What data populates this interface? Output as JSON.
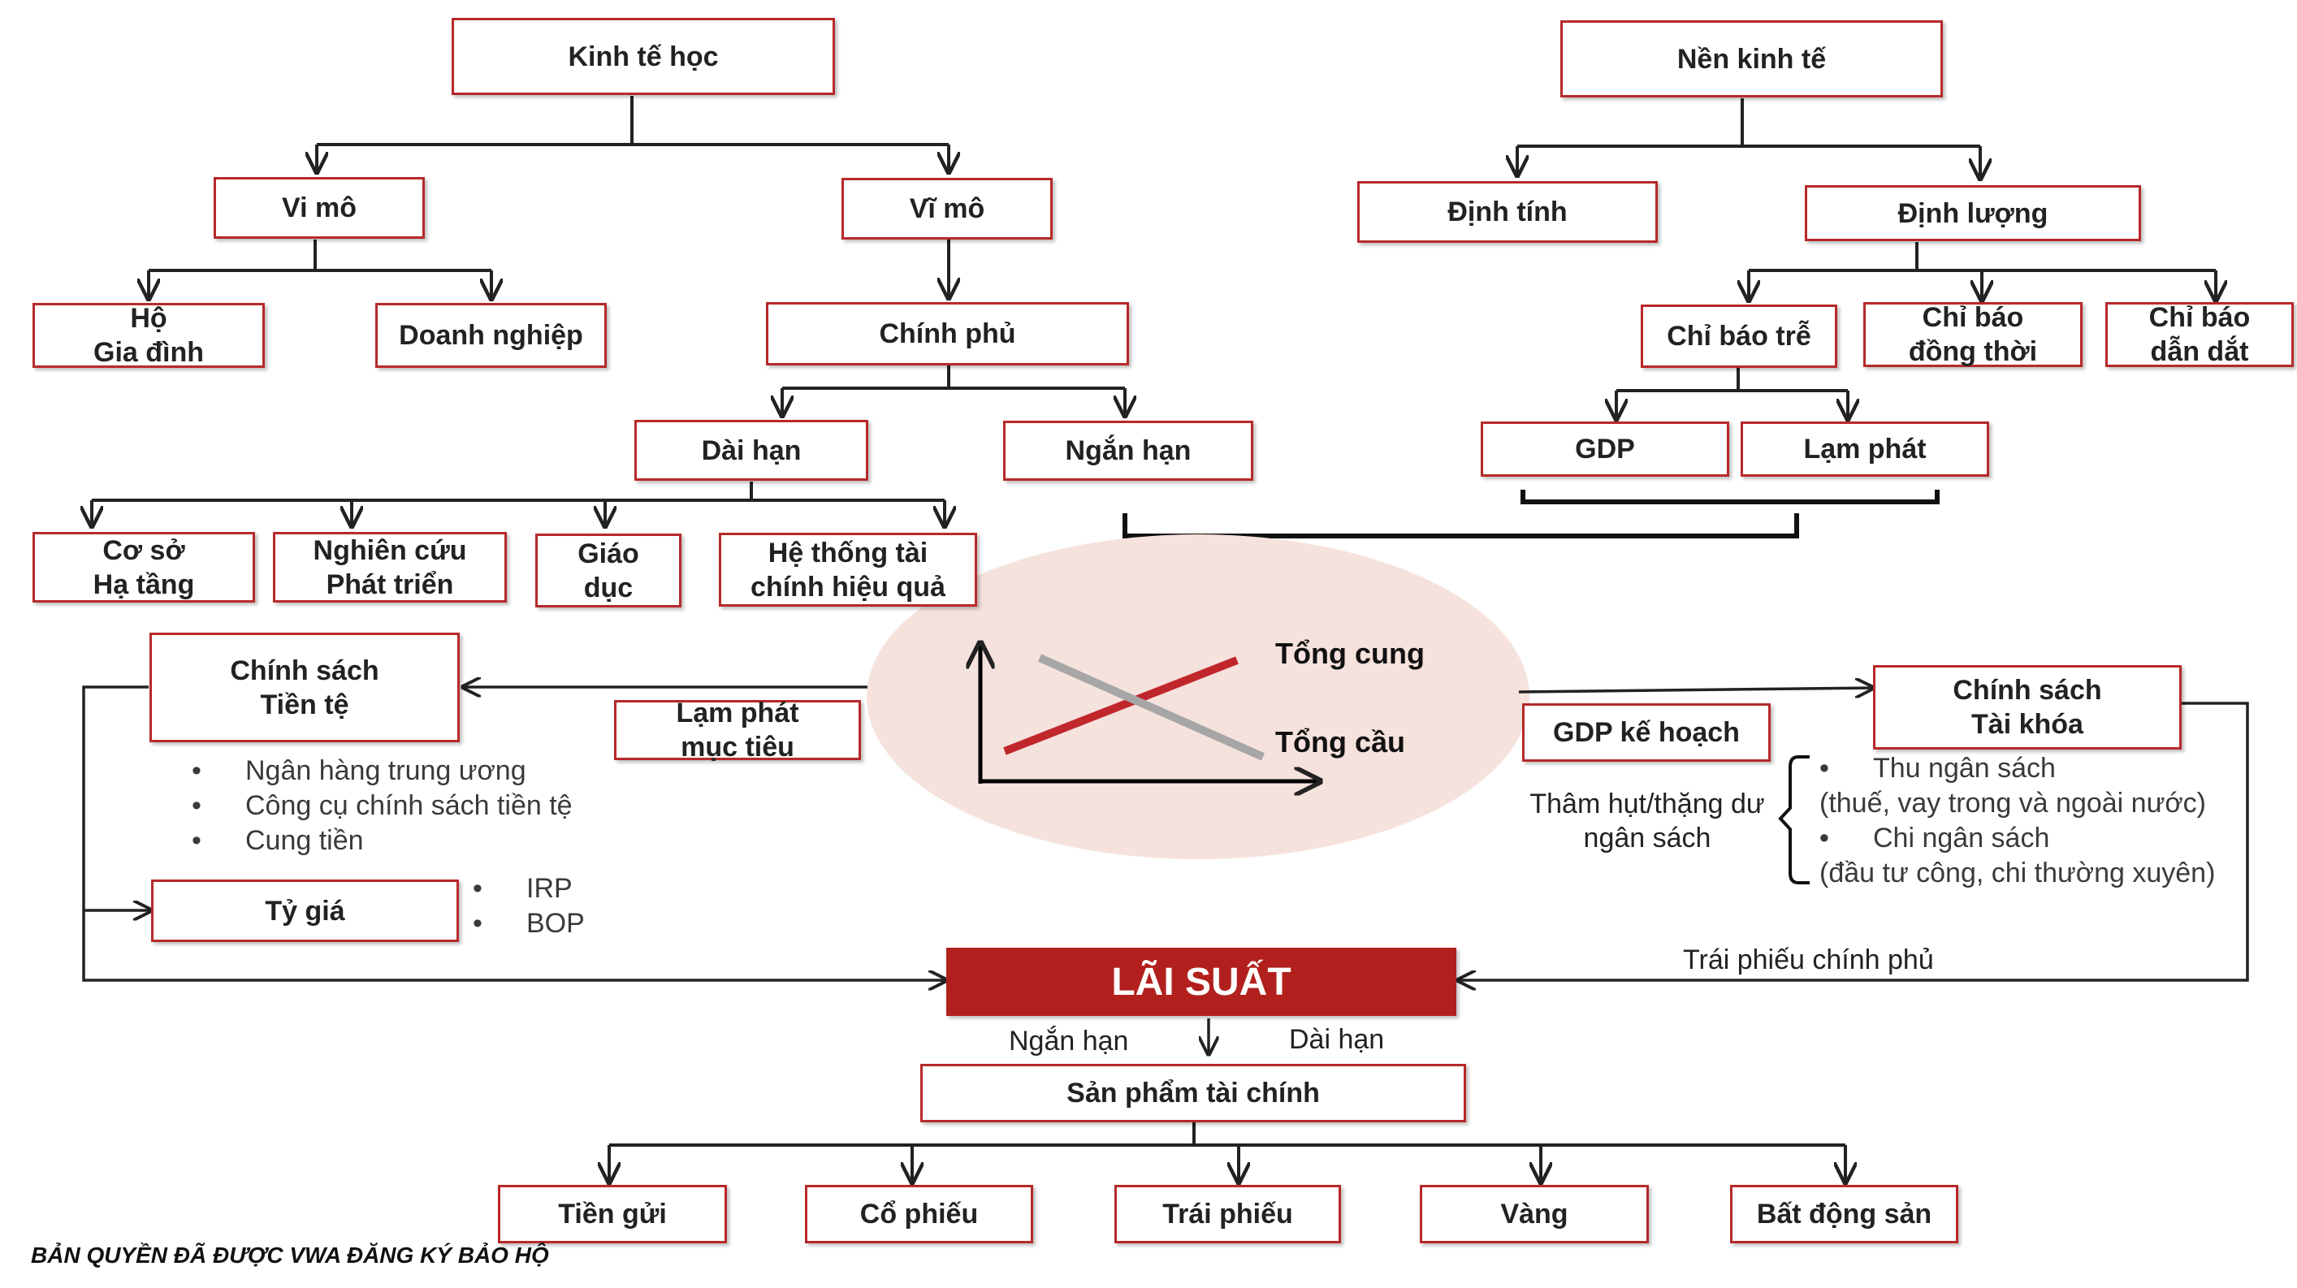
{
  "colors": {
    "box_border": "#b7292a",
    "interest_fill": "#b1201d",
    "ellipse_fill": "#f6e2dc",
    "supply_line": "#c0272d",
    "demand_line": "#a6a6a6",
    "connector": "#222222"
  },
  "top": {
    "economics": "Kinh tế học",
    "micro": "Vi mô",
    "macro": "Vĩ mô",
    "household": "Hộ\nGia đình",
    "enterprise": "Doanh nghiệp",
    "government": "Chính phủ",
    "long_term": "Dài hạn",
    "short_term": "Ngắn hạn",
    "infrastructure": "Cơ sở\nHạ tầng",
    "research": "Nghiên cứu\nPhát triển",
    "education": "Giáo\ndục",
    "finance_system": "Hệ thống tài\nchính hiệu quả"
  },
  "economy": {
    "root": "Nền kinh tế",
    "qualitative": "Định tính",
    "quantitative": "Định lượng",
    "lagging": "Chỉ báo trễ",
    "coincident": "Chỉ báo\nđồng thời",
    "leading": "Chỉ báo\ndẫn dắt",
    "gdp": "GDP",
    "inflation": "Lạm phát"
  },
  "center": {
    "aggregate_supply": "Tổng cung",
    "aggregate_demand": "Tổng cầu"
  },
  "monetary": {
    "title": "Chính sách\nTiền tệ",
    "target_inflation": "Lạm phát\nmục tiêu",
    "bullets": [
      "Ngân hàng trung ương",
      "Công cụ chính sách tiền tệ",
      "Cung tiền"
    ],
    "exchange_rate": "Tỷ giá",
    "fx_bullets": [
      "IRP",
      "BOP"
    ]
  },
  "fiscal": {
    "title": "Chính sách\nTài khóa",
    "gdp_plan": "GDP kế hoạch",
    "deficit": "Thâm hụt/thặng dư\nngân sách",
    "revenue": "Thu ngân sách",
    "revenue_detail": "(thuế, vay trong và ngoài nước)",
    "spending": "Chi ngân sách",
    "spending_detail": "(đầu tư công, chi thường xuyên)",
    "gov_bonds": "Trái phiếu chính phủ"
  },
  "interest": {
    "label": "LÃI SUẤT",
    "short": "Ngắn hạn",
    "long": "Dài hạn",
    "products": "Sản phẩm tài chính",
    "items": [
      "Tiền gửi",
      "Cổ phiếu",
      "Trái phiếu",
      "Vàng",
      "Bất động sản"
    ]
  },
  "footer": {
    "copyright": "BẢN QUYỀN ĐÃ ĐƯỢC VWA ĐĂNG KÝ BẢO HỘ"
  }
}
